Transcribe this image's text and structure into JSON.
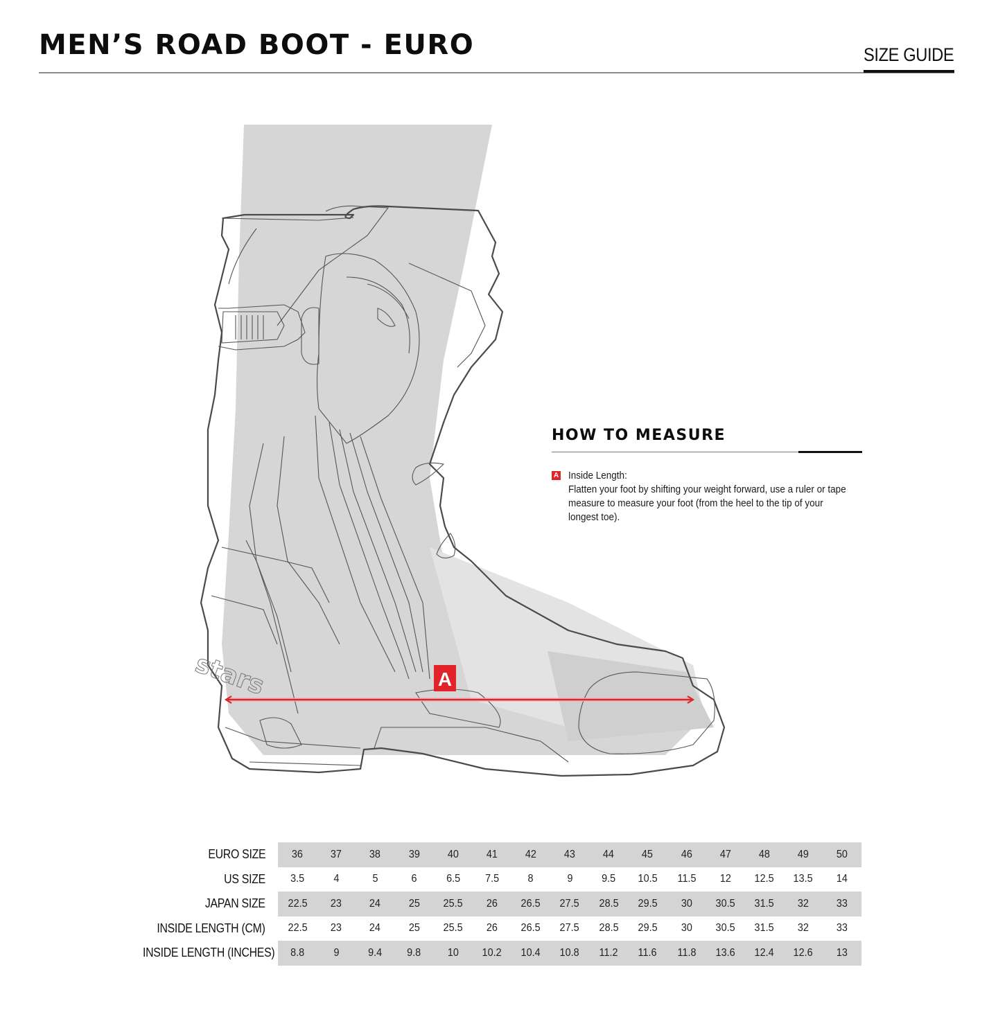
{
  "header": {
    "title": "MEN’S ROAD BOOT - EURO",
    "size_guide_label": "SIZE GUIDE"
  },
  "illustration": {
    "measure_marker": "A",
    "measure_line_color": "#d9262c",
    "brand_mark": "stars"
  },
  "how_to_measure": {
    "title": "HOW TO MEASURE",
    "items": [
      {
        "badge": "A",
        "label": "Inside Length:",
        "description": "Flatten your foot by shifting your weight forward, use a ruler or tape measure to measure your foot (from the heel to the tip of your longest toe)."
      }
    ]
  },
  "size_table": {
    "rows": [
      {
        "label": "EURO SIZE",
        "values": [
          "36",
          "37",
          "38",
          "39",
          "40",
          "41",
          "42",
          "43",
          "44",
          "45",
          "46",
          "47",
          "48",
          "49",
          "50"
        ]
      },
      {
        "label": "US SIZE",
        "values": [
          "3.5",
          "4",
          "5",
          "6",
          "6.5",
          "7.5",
          "8",
          "9",
          "9.5",
          "10.5",
          "11.5",
          "12",
          "12.5",
          "13.5",
          "14"
        ]
      },
      {
        "label": "JAPAN SIZE",
        "values": [
          "22.5",
          "23",
          "24",
          "25",
          "25.5",
          "26",
          "26.5",
          "27.5",
          "28.5",
          "29.5",
          "30",
          "30.5",
          "31.5",
          "32",
          "33"
        ]
      },
      {
        "label": "INSIDE LENGTH (CM)",
        "values": [
          "22.5",
          "23",
          "24",
          "25",
          "25.5",
          "26",
          "26.5",
          "27.5",
          "28.5",
          "29.5",
          "30",
          "30.5",
          "31.5",
          "32",
          "33"
        ]
      },
      {
        "label": "INSIDE LENGTH (INCHES)",
        "values": [
          "8.8",
          "9",
          "9.4",
          "9.8",
          "10",
          "10.2",
          "10.4",
          "10.8",
          "11.2",
          "11.6",
          "11.8",
          "13.6",
          "12.4",
          "12.6",
          "13"
        ]
      }
    ]
  },
  "colors": {
    "accent_red": "#e2232a",
    "table_shade": "#d4d4d4",
    "rule_gray": "#8c8c8c"
  }
}
